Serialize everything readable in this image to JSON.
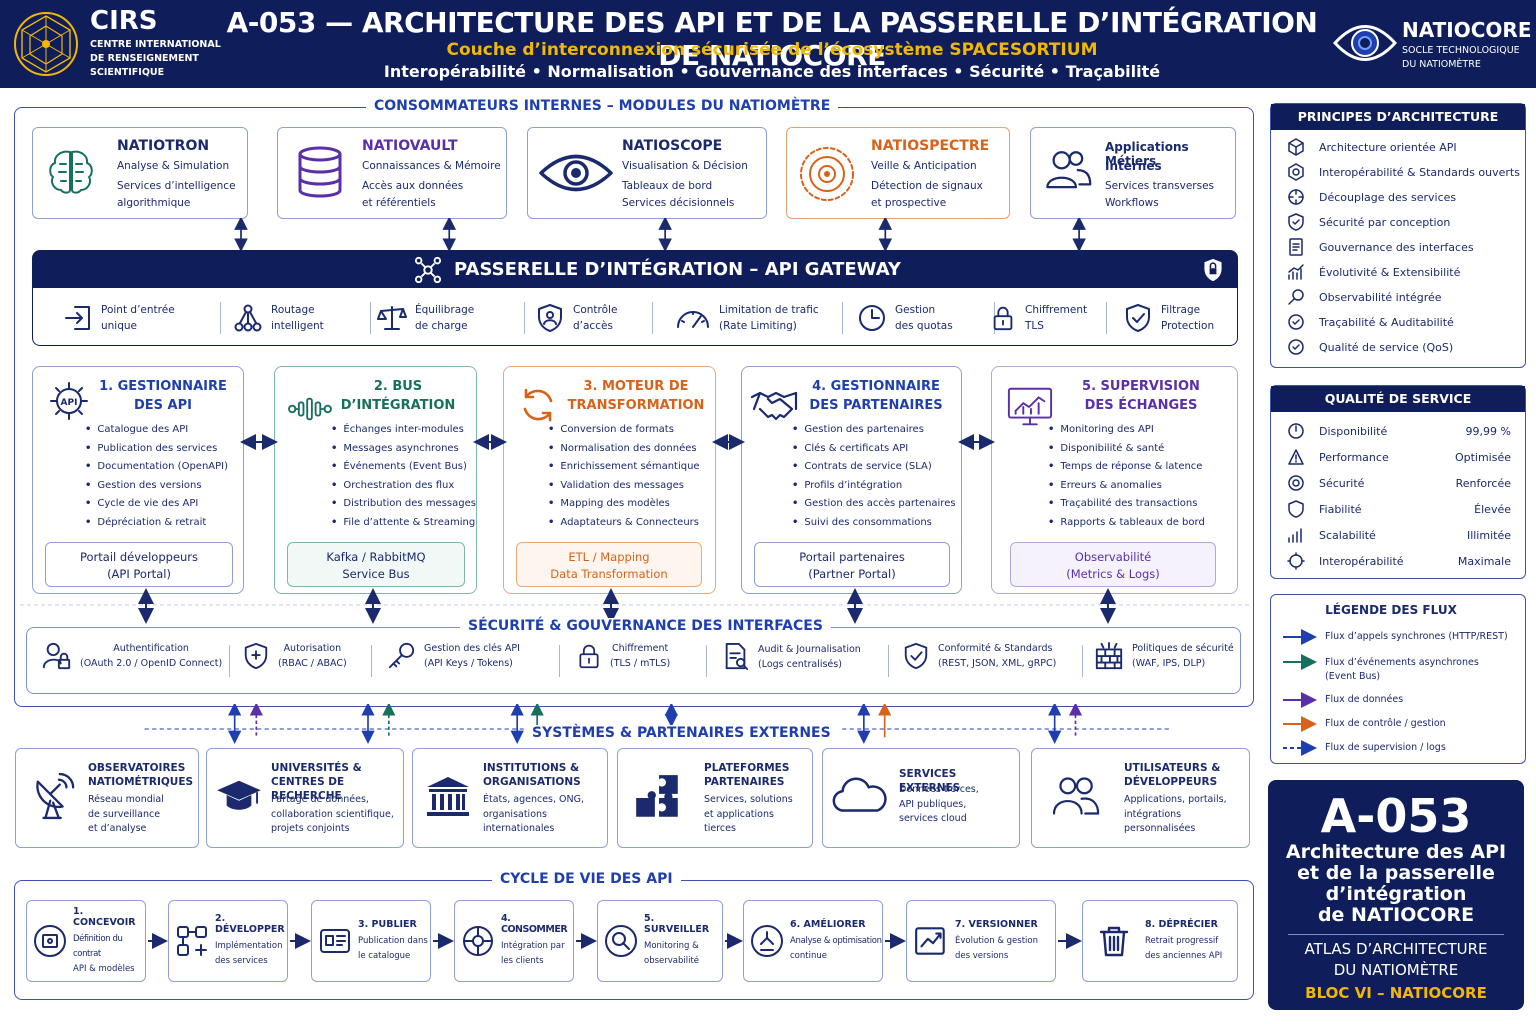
{
  "header": {
    "brand_title": "CIRS",
    "brand_subtitle": "CENTRE INTERNATIONAL DE RENSEIGNEMENT SCIENTIFIQUE",
    "title": "A-053 — ARCHITECTURE DES API ET DE LA PASSERELLE D’INTÉGRATION DE NATIOCORE",
    "subtitle": "Couche d’interconnexion sécurisée de l’écosystème SPACESORTIUM",
    "tags": "Interopérabilité • Normalisation • Gouvernance des interfaces • Sécurité • Traçabilité",
    "right_title": "NATIOCORE",
    "right_subtitle": "SOCLE TECHNOLOGIQUE DU NATIOMÈTRE"
  },
  "consumers": {
    "section_title": "CONSOMMATEURS INTERNES – MODULES DU NATIOMÈTRE",
    "items": [
      {
        "title": "NATIOTRON",
        "line1": "Analyse & Simulation",
        "line2": "Services d’intelligence",
        "line3": "algorithmique",
        "icon": "brain-icon"
      },
      {
        "title": "NATIOVAULT",
        "line1": "Connaissances & Mémoire",
        "line2": "Accès aux données",
        "line3": "et référentiels",
        "icon": "database-icon"
      },
      {
        "title": "NATIOSCOPE",
        "line1": "Visualisation & Décision",
        "line2": "Tableaux de bord",
        "line3": "Services décisionnels",
        "icon": "eye-icon"
      },
      {
        "title": "NATIOSPECTRE",
        "line1": "Veille & Anticipation",
        "line2": "Détection de signaux",
        "line3": "et prospective",
        "icon": "radar-icon"
      },
      {
        "title": "Applications Métiers",
        "title2": "Internes",
        "line2": "Services transverses",
        "line3": "Workflows",
        "icon": "users-icon"
      }
    ]
  },
  "gateway": {
    "title": "PASSERELLE D’INTÉGRATION – API GATEWAY",
    "features": [
      {
        "l1": "Point d’entrée",
        "l2": "unique",
        "icon": "entry-icon"
      },
      {
        "l1": "Routage",
        "l2": "intelligent",
        "icon": "routing-icon"
      },
      {
        "l1": "Équilibrage",
        "l2": "de charge",
        "icon": "balance-icon"
      },
      {
        "l1": "Contrôle",
        "l2": "d’accès",
        "icon": "shield-user-icon"
      },
      {
        "l1": "Limitation de trafic",
        "l2": "(Rate Limiting)",
        "icon": "gauge-icon"
      },
      {
        "l1": "Gestion",
        "l2": "des quotas",
        "icon": "clock-icon"
      },
      {
        "l1": "Chiffrement",
        "l2": "TLS",
        "icon": "lock-icon"
      },
      {
        "l1": "Filtrage",
        "l2": "Protection",
        "icon": "shield-check-icon"
      }
    ]
  },
  "components": [
    {
      "title1": "1. GESTIONNAIRE",
      "title2": "DES API",
      "color": "#1f3fae",
      "items": [
        "Catalogue des API",
        "Publication des services",
        "Documentation (OpenAPI)",
        "Gestion des versions",
        "Cycle de vie des API",
        "Dépréciation & retrait"
      ],
      "foot1": "Portail développeurs",
      "foot2": "(API Portal)"
    },
    {
      "title1": "2. BUS",
      "title2": "D’INTÉGRATION",
      "color": "#17705e",
      "items": [
        "Échanges inter-modules",
        "Messages asynchrones",
        "Événements (Event Bus)",
        "Orchestration des flux",
        "Distribution des messages",
        "File d’attente & Streaming"
      ],
      "foot1": "Kafka / RabbitMQ",
      "foot2": "Service Bus"
    },
    {
      "title1": "3. MOTEUR DE",
      "title2": "TRANSFORMATION",
      "color": "#d8621a",
      "items": [
        "Conversion de formats",
        "Normalisation des données",
        "Enrichissement sémantique",
        "Validation des messages",
        "Mapping des modèles",
        "Adaptateurs & Connecteurs"
      ],
      "foot1": "ETL / Mapping",
      "foot2": "Data Transformation"
    },
    {
      "title1": "4. GESTIONNAIRE",
      "title2": "DES PARTENAIRES",
      "color": "#1f3fae",
      "items": [
        "Gestion des partenaires",
        "Clés & certificats API",
        "Contrats de service (SLA)",
        "Profils d’intégration",
        "Gestion des accès partenaires",
        "Suivi des consommations"
      ],
      "foot1": "Portail partenaires",
      "foot2": "(Partner Portal)"
    },
    {
      "title1": "5. SUPERVISION",
      "title2": "DES ÉCHANGES",
      "color": "#5a2fa8",
      "items": [
        "Monitoring des API",
        "Disponibilité & santé",
        "Temps de réponse & latence",
        "Erreurs & anomalies",
        "Traçabilité des transactions",
        "Rapports & tableaux de bord"
      ],
      "foot1": "Observabilité",
      "foot2": "(Metrics & Logs)"
    }
  ],
  "security": {
    "title": "SÉCURITÉ & GOUVERNANCE DES INTERFACES",
    "items": [
      {
        "l1": "Authentification",
        "l2": "(OAuth 2.0 / OpenID Connect)"
      },
      {
        "l1": "Autorisation",
        "l2": "(RBAC / ABAC)"
      },
      {
        "l1": "Gestion des clés API",
        "l2": "(API Keys / Tokens)"
      },
      {
        "l1": "Chiffrement",
        "l2": "(TLS / mTLS)"
      },
      {
        "l1": "Audit & Journalisation",
        "l2": "(Logs centralisés)"
      },
      {
        "l1": "Conformité & Standards",
        "l2": "(REST, JSON, XML, gRPC)"
      },
      {
        "l1": "Politiques de sécurité",
        "l2": "(WAF, IPS, DLP)"
      }
    ]
  },
  "external": {
    "title": "SYSTÈMES & PARTENAIRES EXTERNES",
    "items": [
      {
        "t1": "OBSERVATOIRES",
        "t2": "NATIOMÉTRIQUES",
        "d1": "Réseau mondial",
        "d2": "de surveillance",
        "d3": "et d’analyse"
      },
      {
        "t1": "UNIVERSITÉS &",
        "t2": "CENTRES DE RECHERCHE",
        "d1": "Partage de données,",
        "d2": "collaboration scientifique,",
        "d3": "projets conjoints"
      },
      {
        "t1": "INSTITUTIONS &",
        "t2": "ORGANISATIONS",
        "d1": "États, agences, ONG,",
        "d2": "organisations",
        "d3": "internationales"
      },
      {
        "t1": "PLATEFORMES",
        "t2": "PARTENAIRES",
        "d1": "Services, solutions",
        "d2": "et applications",
        "d3": "tierces"
      },
      {
        "t1": "SERVICES EXTERNES",
        "t2": "",
        "d1": "Données tierces,",
        "d2": "API publiques,",
        "d3": "services cloud"
      },
      {
        "t1": "UTILISATEURS &",
        "t2": "DÉVELOPPEURS",
        "d1": "Applications, portails,",
        "d2": "intégrations",
        "d3": "personnalisées"
      }
    ]
  },
  "lifecycle": {
    "title": "CYCLE DE VIE DES API",
    "steps": [
      {
        "t": "1. CONCEVOIR",
        "d1": "Définition du contrat",
        "d2": "API & modèles"
      },
      {
        "t": "2. DÉVELOPPER",
        "d1": "Implémentation",
        "d2": "des services"
      },
      {
        "t": "3. PUBLIER",
        "d1": "Publication dans",
        "d2": "le catalogue"
      },
      {
        "t": "4. CONSOMMER",
        "d1": "Intégration par",
        "d2": "les clients"
      },
      {
        "t": "5. SURVEILLER",
        "d1": "Monitoring &",
        "d2": "observabilité"
      },
      {
        "t": "6. AMÉLIORER",
        "d1": "Analyse & optimisation",
        "d2": "continue"
      },
      {
        "t": "7. VERSIONNER",
        "d1": "Évolution & gestion",
        "d2": "des versions"
      },
      {
        "t": "8. DÉPRÉCIER",
        "d1": "Retrait progressif",
        "d2": "des anciennes API"
      }
    ]
  },
  "principles": {
    "title": "PRINCIPES D’ARCHITECTURE",
    "items": [
      "Architecture orientée API",
      "Interopérabilité & Standards ouverts",
      "Découplage des services",
      "Sécurité par conception",
      "Gouvernance des interfaces",
      "Évolutivité & Extensibilité",
      "Observabilité intégrée",
      "Traçabilité & Auditabilité",
      "Qualité de service (QoS)"
    ]
  },
  "qos": {
    "title": "QUALITÉ DE SERVICE",
    "items": [
      {
        "label": "Disponibilité",
        "value": "99,99 %"
      },
      {
        "label": "Performance",
        "value": "Optimisée"
      },
      {
        "label": "Sécurité",
        "value": "Renforcée"
      },
      {
        "label": "Fiabilité",
        "value": "Élevée"
      },
      {
        "label": "Scalabilité",
        "value": "Illimitée"
      },
      {
        "label": "Interopérabilité",
        "value": "Maximale"
      }
    ]
  },
  "legend": {
    "title": "LÉGENDE DES FLUX",
    "items": [
      {
        "l1": "Flux d’appels synchrones (HTTP/REST)",
        "l2": "",
        "color": "#1f3fae",
        "dashed": false
      },
      {
        "l1": "Flux d’événements asynchrones",
        "l2": "(Event Bus)",
        "color": "#17705e",
        "dashed": false
      },
      {
        "l1": "Flux de données",
        "l2": "",
        "color": "#5a2fa8",
        "dashed": false
      },
      {
        "l1": "Flux de contrôle / gestion",
        "l2": "",
        "color": "#d8621a",
        "dashed": false
      },
      {
        "l1": "Flux de supervision / logs",
        "l2": "",
        "color": "#1f3fae",
        "dashed": true
      }
    ]
  },
  "summary": {
    "code": "A-053",
    "l1": "Architecture des API",
    "l2": "et de la passerelle",
    "l3": "d’intégration",
    "l4": "de NATIOCORE",
    "atlas1": "ATLAS D’ARCHITECTURE",
    "atlas2": "DU NATIOMÈTRE",
    "bloc": "BLOC VI – NATIOCORE"
  },
  "colors": {
    "navy": "#0f1e5a",
    "blue": "#1f3fae",
    "green": "#17705e",
    "orange": "#d8621a",
    "purple": "#5a2fa8",
    "gold": "#f2b705"
  }
}
